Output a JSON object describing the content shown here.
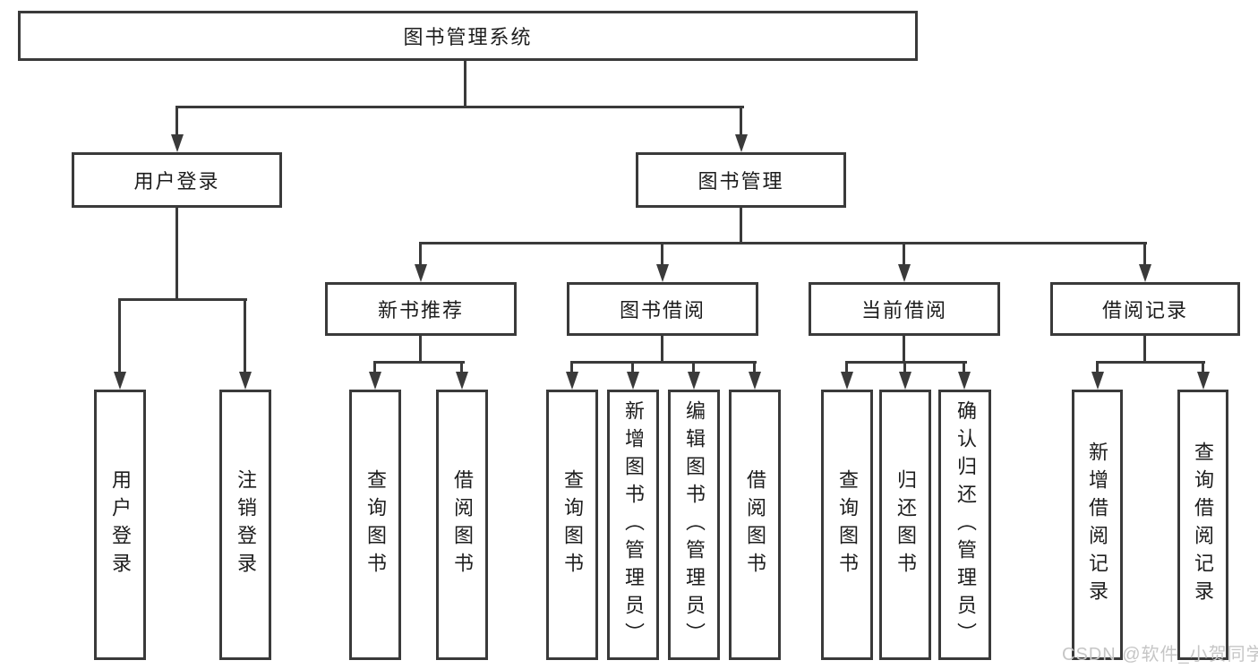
{
  "diagram_type": "hierarchy-tree",
  "tree": {
    "label": "图书管理系统",
    "children": [
      {
        "label": "用户登录",
        "children": [
          {
            "label": "用户登录"
          },
          {
            "label": "注销登录"
          }
        ]
      },
      {
        "label": "图书管理",
        "children": [
          {
            "label": "新书推荐",
            "children": [
              {
                "label": "查询图书"
              },
              {
                "label": "借阅图书"
              }
            ]
          },
          {
            "label": "图书借阅",
            "children": [
              {
                "label": "查询图书"
              },
              {
                "label": "新增图书（管理员）"
              },
              {
                "label": "编辑图书（管理员）"
              },
              {
                "label": "借阅图书"
              }
            ]
          },
          {
            "label": "当前借阅",
            "children": [
              {
                "label": "查询图书"
              },
              {
                "label": "归还图书"
              },
              {
                "label": "确认归还（管理员）"
              }
            ]
          },
          {
            "label": "借阅记录",
            "children": [
              {
                "label": "新增借阅记录"
              },
              {
                "label": "查询借阅记录"
              }
            ]
          }
        ]
      }
    ]
  },
  "watermark": "CSDN @软件_小贺同学",
  "colors": {
    "line": "#3a3a3a",
    "box_border": "#3a3a3a",
    "text": "#1d1d1d",
    "watermark": "#c6c6c6",
    "background": "#ffffff"
  }
}
